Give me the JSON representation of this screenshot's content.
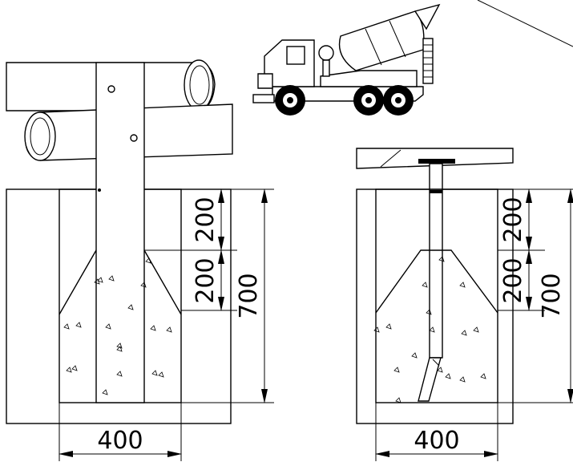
{
  "left_view": {
    "dims": {
      "top_depth": "200",
      "second_depth": "200",
      "total_depth": "700",
      "width": "400"
    }
  },
  "right_view": {
    "dims": {
      "top_depth": "200",
      "second_depth": "200",
      "total_depth": "700",
      "width": "400"
    }
  },
  "icons": [
    "concrete-mixer-truck-icon",
    "log-rail-icon",
    "post-icon",
    "mailbox-post-icon"
  ]
}
